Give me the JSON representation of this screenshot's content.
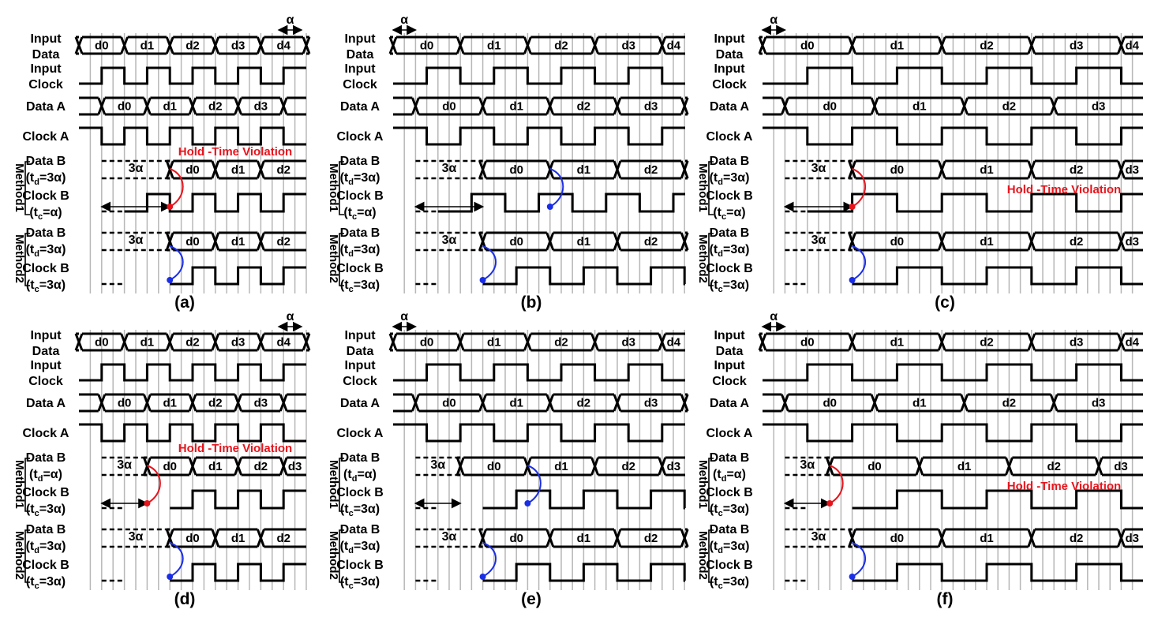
{
  "labels": {
    "input_data": [
      "Input",
      "Data"
    ],
    "input_clock": [
      "Input",
      "Clock"
    ],
    "data_a": "Data A",
    "clock_a": "Clock A",
    "data_b": "Data B",
    "clock_b": "Clock B",
    "td_3a": [
      "(t",
      "d",
      "=3α)"
    ],
    "td_a": [
      "(t",
      "d",
      "=α)"
    ],
    "tc_a": [
      "(t",
      "c",
      "=α)"
    ],
    "tc_3a": [
      "(t",
      "c",
      "=3α)"
    ],
    "method1": "Method1",
    "method2": "Method2",
    "alpha": "α",
    "three_alpha": "3α",
    "hold_violation": "Hold -Time Violation"
  },
  "data_words": [
    "d0",
    "d1",
    "d2",
    "d3",
    "d4"
  ],
  "colors": {
    "violation": "#e8141c",
    "ok": "#1a2ee6",
    "wave": "#000000",
    "grid": "#b8b8b8"
  },
  "panels": [
    {
      "caption": "(a)",
      "period_alpha": 2,
      "input_clock_first_high": 2,
      "data_b_td": "td_3a",
      "clock_b_tc_m1": "tc_a",
      "method1_result": "violation"
    },
    {
      "caption": "(b)",
      "period_alpha": 3,
      "input_clock_first_high": 2,
      "data_b_td": "td_3a",
      "clock_b_tc_m1": "tc_a",
      "method1_result": "ok"
    },
    {
      "caption": "(c)",
      "period_alpha": 4,
      "input_clock_first_high": 2,
      "data_b_td": "td_3a",
      "clock_b_tc_m1": "tc_a",
      "method1_result": "violation"
    },
    {
      "caption": "(d)",
      "period_alpha": 2,
      "input_clock_first_high": 2,
      "data_b_td": "td_a",
      "clock_b_tc_m1": "tc_3a",
      "method1_result": "violation"
    },
    {
      "caption": "(e)",
      "period_alpha": 3,
      "input_clock_first_high": 2,
      "data_b_td": "td_a",
      "clock_b_tc_m1": "tc_3a",
      "method1_result": "ok"
    },
    {
      "caption": "(f)",
      "period_alpha": 4,
      "input_clock_first_high": 2,
      "data_b_td": "td_a",
      "clock_b_tc_m1": "tc_3a",
      "method1_result": "violation"
    }
  ]
}
